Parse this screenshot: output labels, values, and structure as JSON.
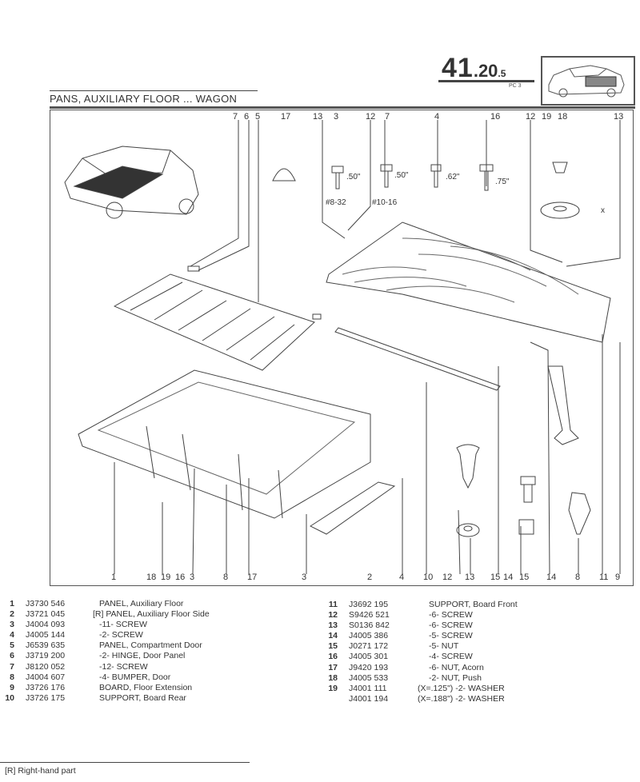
{
  "header": {
    "page_number_main": "41",
    "page_number_section": ".20",
    "page_number_sub": ".5",
    "page_code": "PC 3",
    "title": "PANS, AUXILIARY FLOOR ... WAGON"
  },
  "diagram": {
    "top_callouts": [
      "7",
      "6",
      "5",
      "17",
      "13",
      "3",
      "12",
      "7",
      "4",
      "16",
      "12",
      "19",
      "18",
      "13"
    ],
    "bottom_callouts": [
      "1",
      "18",
      "19",
      "16",
      "3",
      "8",
      "17",
      "3",
      "2",
      "4",
      "10",
      "12",
      "13",
      "15",
      "14",
      "15",
      "14",
      "8",
      "11",
      "9"
    ],
    "dimensions": {
      "screw3_length": ".50\"",
      "screw3_thread": "#8-32",
      "screw7_length": ".50\"",
      "screw7_thread": "#10-16",
      "screw4_length": ".62\"",
      "screw16_length": ".75\"",
      "washer_thickness": "x"
    }
  },
  "parts": [
    {
      "no": "1",
      "part": "J3730 546",
      "desc": "PANEL, Auxiliary Floor"
    },
    {
      "no": "2",
      "part": "J3721 045",
      "desc": "[R]  PANEL, Auxiliary Floor Side"
    },
    {
      "no": "3",
      "part": "J4004 093",
      "desc": "-11- SCREW"
    },
    {
      "no": "4",
      "part": "J4005 144",
      "desc": "-2- SCREW"
    },
    {
      "no": "5",
      "part": "J6539 635",
      "desc": "PANEL, Compartment Door"
    },
    {
      "no": "6",
      "part": "J3719 200",
      "desc": "-2- HINGE, Door Panel"
    },
    {
      "no": "7",
      "part": "J8120 052",
      "desc": "-12- SCREW"
    },
    {
      "no": "8",
      "part": "J4004 607",
      "desc": "-4- BUMPER, Door"
    },
    {
      "no": "9",
      "part": "J3726 176",
      "desc": "BOARD, Floor Extension"
    },
    {
      "no": "10",
      "part": "J3726 175",
      "desc": "SUPPORT, Board Rear"
    },
    {
      "no": "11",
      "part": "J3692 195",
      "desc": "SUPPORT, Board Front"
    },
    {
      "no": "12",
      "part": "S9426 521",
      "desc": "-6- SCREW"
    },
    {
      "no": "13",
      "part": "S0136 842",
      "desc": "-6- SCREW"
    },
    {
      "no": "14",
      "part": "J4005 386",
      "desc": "-5- SCREW"
    },
    {
      "no": "15",
      "part": "J0271 172",
      "desc": "-5- NUT"
    },
    {
      "no": "16",
      "part": "J4005 301",
      "desc": "-4- SCREW"
    },
    {
      "no": "17",
      "part": "J9420 193",
      "desc": "-6- NUT, Acorn"
    },
    {
      "no": "18",
      "part": "J4005 533",
      "desc": "-2- NUT, Push"
    },
    {
      "no": "19",
      "part": "J4001 111",
      "desc": "(X=.125\")  -2- WASHER"
    },
    {
      "no": "",
      "part": "J4001 194",
      "desc": "(X=.188\")  -2- WASHER"
    }
  ],
  "footnote": "[R] Right-hand part"
}
